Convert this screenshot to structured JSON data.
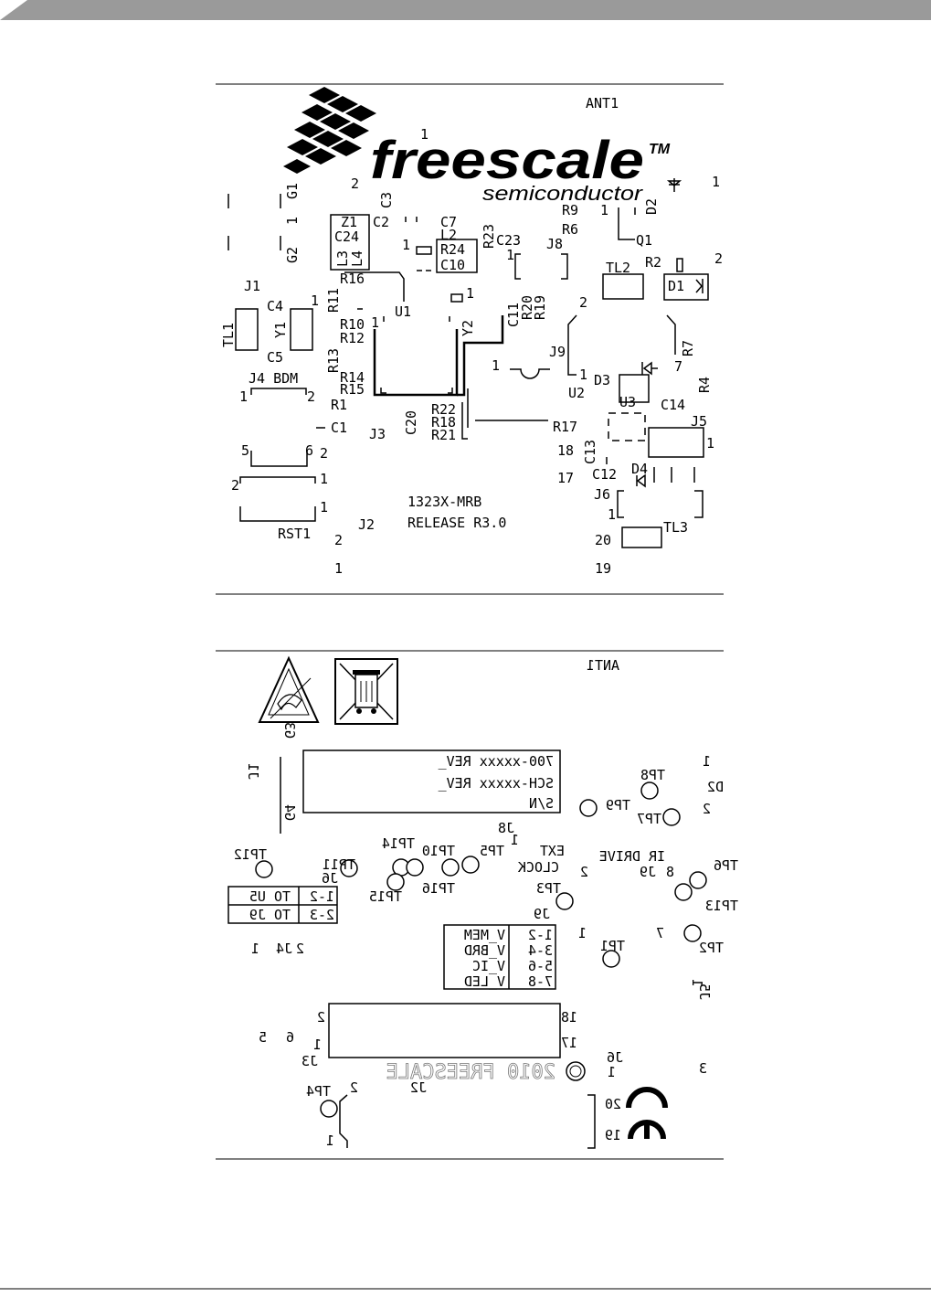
{
  "top_view": {
    "brand_name": "freescale",
    "brand_tm": "TM",
    "brand_sub": "semiconductor",
    "board_name": "1323X-MRB",
    "release": "RELEASE R3.0",
    "labels": {
      "ANT1": "ANT1",
      "one_top": "1",
      "G1": "G1",
      "two_g1": "2",
      "C3": "C3",
      "one_g2": "1",
      "G2": "G2",
      "Z1": "Z1",
      "C24": "C24",
      "L3": "L3",
      "L4": "L4",
      "C2": "C2",
      "C7": "C7",
      "L2": "L2",
      "R24": "R24",
      "C10": "C10",
      "R23": "R23",
      "C23": "C23",
      "J8": "J8",
      "R9": "R9",
      "R6": "R6",
      "one_r9": "1",
      "D2": "D2",
      "one_d2": "1",
      "Q1": "Q1",
      "R2": "R2",
      "two_r2": "2",
      "TL2": "TL2",
      "D1": "D1",
      "R16": "R16",
      "J1": "J1",
      "C4": "C4",
      "one_c4": "1",
      "R11": "R11",
      "U1": "U1",
      "one_u1": "1",
      "R10": "R10",
      "R12": "R12",
      "TL1": "TL1",
      "Y1": "Y1",
      "C5": "C5",
      "R13": "R13",
      "Y2": "Y2",
      "C11": "C11",
      "R20": "R20",
      "R19": "R19",
      "two_j9": "2",
      "J9": "J9",
      "R7": "R7",
      "R4": "R4",
      "seven_r7": "7",
      "one_j9": "1",
      "D3": "D3",
      "one_u2": "1",
      "U2": "U2",
      "U3": "U3",
      "C14": "C14",
      "J4BDM": "J4 BDM",
      "one_j4": "1",
      "two_j4": "2",
      "R14": "R14",
      "R15": "R15",
      "R1": "R1",
      "C1": "C1",
      "J3": "J3",
      "C20": "C20",
      "R22": "R22",
      "R18": "R18",
      "R21": "R21",
      "R17": "R17",
      "J5": "J5",
      "one_j5": "1",
      "C13": "C13",
      "eighteen": "18",
      "five": "5",
      "six": "6",
      "two_j3": "2",
      "C12": "C12",
      "D4": "D4",
      "seventeen": "17",
      "two_rst": "2",
      "one_rst_a": "1",
      "one_rst_b": "1",
      "RST1": "RST1",
      "J2": "J2",
      "J6": "J6",
      "one_j6": "1",
      "TL3": "TL3",
      "twenty": "20",
      "two_j2": "2",
      "one_j2": "1",
      "nineteen": "19"
    }
  },
  "bottom_view": {
    "ant": "ANT1",
    "rev_line1": "700-xxxxx REV_",
    "rev_line2": "SCH-xxxxx REV_",
    "rev_line3": "S/N",
    "copyright": "2010 FREESCALE",
    "j6_table": [
      [
        "1-2",
        "TO U5"
      ],
      [
        "2-3",
        "TO J9"
      ]
    ],
    "j9_table": [
      [
        "1-2",
        "V_MEM"
      ],
      [
        "3-4",
        "V_BRD"
      ],
      [
        "5-6",
        "V_IC"
      ],
      [
        "7-8",
        "V_LED"
      ]
    ],
    "labels": {
      "G3": "G3",
      "G4": "G4",
      "J1": "J1",
      "one_tr": "1",
      "D2": "D2",
      "two_d2": "2",
      "TP8": "TP8",
      "TP9": "TP9",
      "TP7": "TP7",
      "J8": "J8",
      "one_j8": "1",
      "TP14": "TP14",
      "TP5": "TP5",
      "TP10": "TP10",
      "EXT_CLOCK_1": "EXT",
      "EXT_CLOCK_2": "CLOCK",
      "IR_DRIVE_1": "IR DRIVE",
      "two_j9": "2",
      "J9_a": "J9",
      "eight": "8",
      "TP6": "TP6",
      "TP12": "TP12",
      "TP11": "TP11",
      "J6_a": "J6",
      "TP16": "TP16",
      "TP15": "TP15",
      "TP3": "TP3",
      "TP13": "TP13",
      "J9_b": "J9",
      "one_j9": "1",
      "seven": "7",
      "TP2": "TP2",
      "TP1": "TP1",
      "J4": "J4",
      "two_j4": "2",
      "one_j4": "1",
      "J5": "J5",
      "one_j5": "1",
      "two_j3": "2",
      "eighteen": "18",
      "six": "6",
      "five": "5",
      "one_j3": "1",
      "seventeen": "17",
      "J3": "J3",
      "J6_b": "J6",
      "one_j6": "1",
      "three": "3",
      "TP4": "TP4",
      "two_j2": "2",
      "J2": "J2",
      "twenty": "20",
      "nineteen": "19",
      "one_bot": "1"
    }
  }
}
